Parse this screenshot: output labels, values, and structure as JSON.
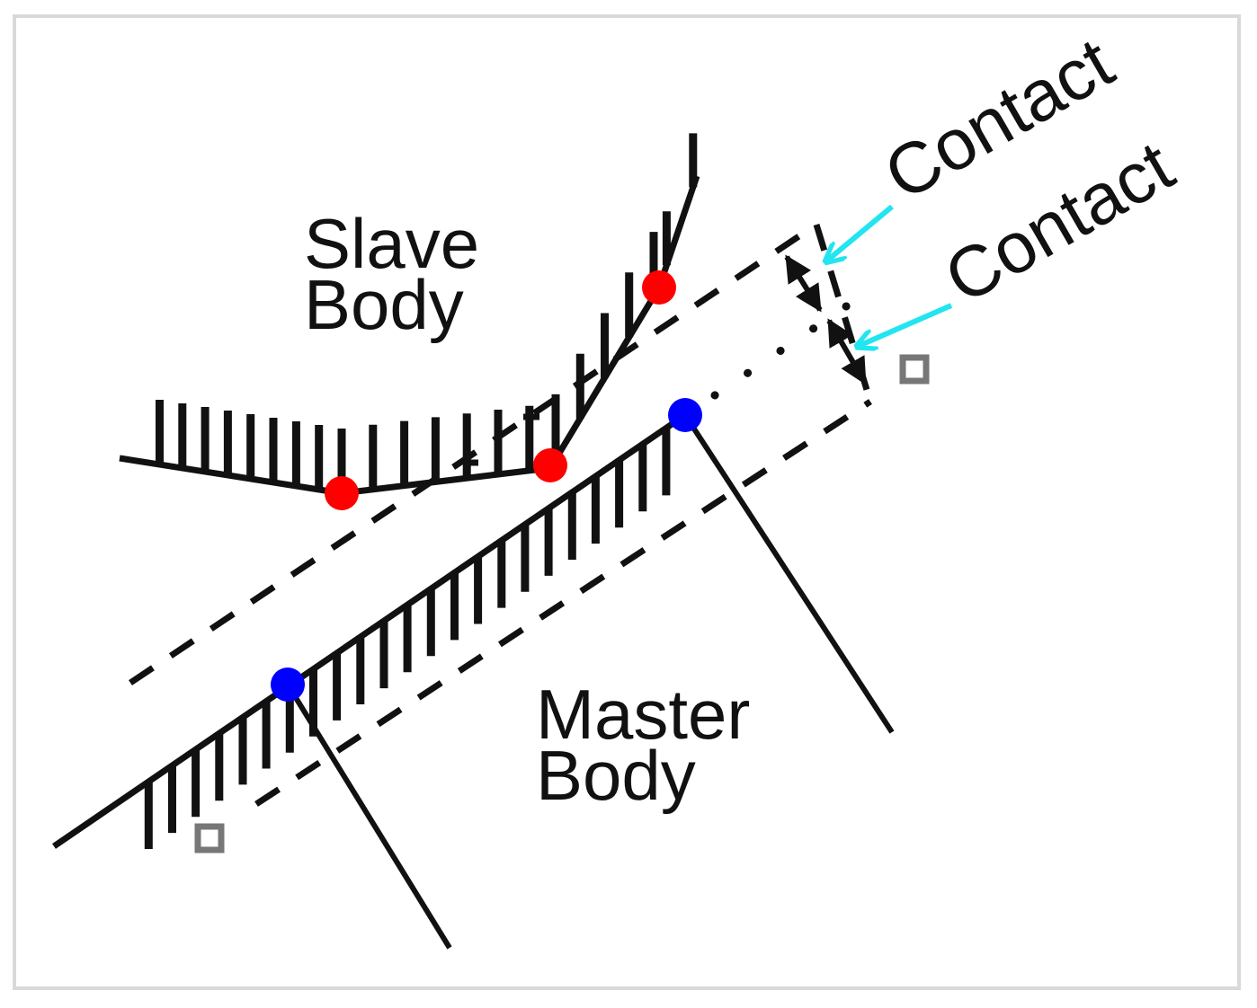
{
  "labels": {
    "slave_line1": "Slave",
    "slave_line2": "Body",
    "master_line1": "Master",
    "master_line2": "Body",
    "contact_upper": "Contact",
    "contact_lower": "Contact"
  },
  "colors": {
    "line": "#111111",
    "slave_node": "#ff0000",
    "master_node": "#0000ff",
    "contact_arrow": "#22e5f0",
    "marker": "#777777",
    "frame": "#d9d9d9"
  }
}
